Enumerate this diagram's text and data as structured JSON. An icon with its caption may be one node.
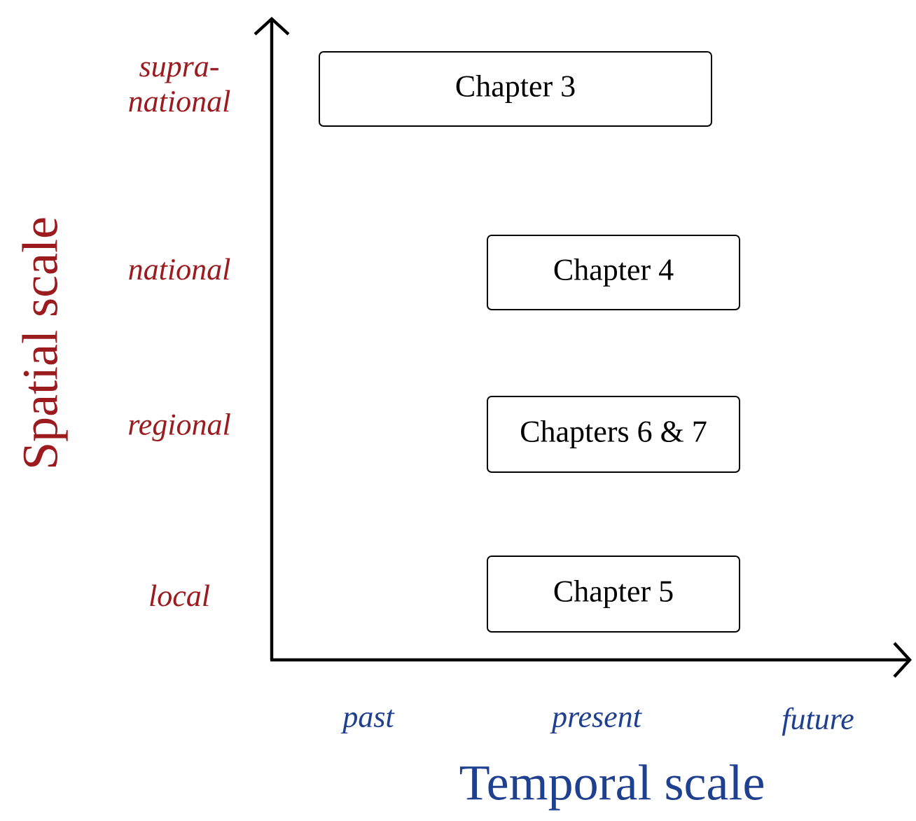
{
  "diagram": {
    "nodes": [
      {
        "text": [
          "Chapter 3"
        ]
      },
      {
        "text": [
          "Chapter 4"
        ]
      },
      {
        "text": [
          "Chapters 6 & 7"
        ]
      },
      {
        "text": [
          "Chapter 5"
        ]
      }
    ],
    "edges": [],
    "labels": [
      "supra-national",
      "national",
      "regional",
      "local",
      "Spatial scale",
      "past",
      "present",
      "future",
      "Temporal scale"
    ]
  }
}
